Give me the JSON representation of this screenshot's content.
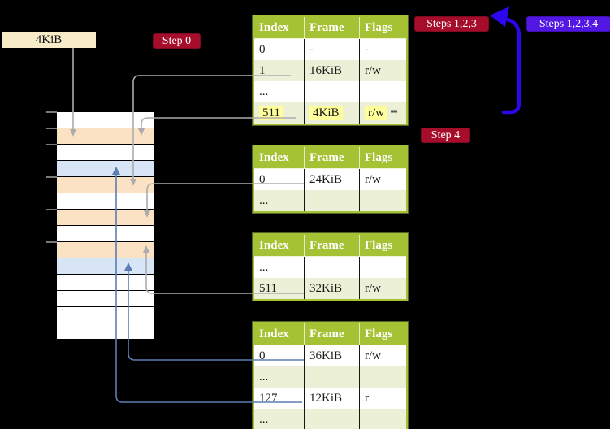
{
  "colors": {
    "background": "#000000",
    "crimson_badge": "#A50D2B",
    "blue_badge": "#5317E3",
    "table_header_green": "#A4C233",
    "table_row_green": "#EBF0D7",
    "memory_peach": "#FBE2C5",
    "memory_blue": "#D8E5F7",
    "page_box_beige": "#F8EBC8",
    "highlight_yellow": "#FEFF9B",
    "gray_connector": "#ACACAC",
    "blue_connector": "#5B7DB1",
    "loop_arrow_blue": "#2B07EE"
  },
  "page_size_box": {
    "label": "4KiB"
  },
  "badges": {
    "step0": {
      "label": "Step 0"
    },
    "steps123": {
      "label": "Steps 1,2,3"
    },
    "steps1234": {
      "label": "Steps 1,2,3,4"
    },
    "step4": {
      "label": "Step 4"
    }
  },
  "memory_column": {
    "rows": [
      {
        "tone": "white"
      },
      {
        "tone": "peach"
      },
      {
        "tone": "white"
      },
      {
        "tone": "blue"
      },
      {
        "tone": "peach"
      },
      {
        "tone": "white"
      },
      {
        "tone": "peach"
      },
      {
        "tone": "white"
      },
      {
        "tone": "peach"
      },
      {
        "tone": "blue"
      },
      {
        "tone": "white"
      },
      {
        "tone": "white"
      },
      {
        "tone": "white"
      },
      {
        "tone": "white"
      }
    ],
    "tick_ys": [
      137,
      157,
      177,
      217,
      257,
      297
    ]
  },
  "tables": [
    {
      "headers": [
        "Index",
        "Frame",
        "Flags"
      ],
      "rows": [
        {
          "index": "0",
          "frame": "-",
          "flags": "-"
        },
        {
          "index": "1",
          "frame": "16KiB",
          "flags": "r/w"
        },
        {
          "index": "...",
          "frame": "",
          "flags": ""
        },
        {
          "index": "511",
          "frame": "4KiB",
          "flags": "r/w"
        }
      ]
    },
    {
      "headers": [
        "Index",
        "Frame",
        "Flags"
      ],
      "rows": [
        {
          "index": "0",
          "frame": "24KiB",
          "flags": "r/w"
        },
        {
          "index": "...",
          "frame": "",
          "flags": ""
        }
      ]
    },
    {
      "headers": [
        "Index",
        "Frame",
        "Flags"
      ],
      "rows": [
        {
          "index": "...",
          "frame": "",
          "flags": ""
        },
        {
          "index": "511",
          "frame": "32KiB",
          "flags": "r/w"
        }
      ]
    },
    {
      "headers": [
        "Index",
        "Frame",
        "Flags"
      ],
      "rows": [
        {
          "index": "0",
          "frame": "36KiB",
          "flags": "r/w"
        },
        {
          "index": "...",
          "frame": "",
          "flags": ""
        },
        {
          "index": "127",
          "frame": "12KiB",
          "flags": "r"
        },
        {
          "index": "...",
          "frame": "",
          "flags": ""
        }
      ]
    }
  ]
}
